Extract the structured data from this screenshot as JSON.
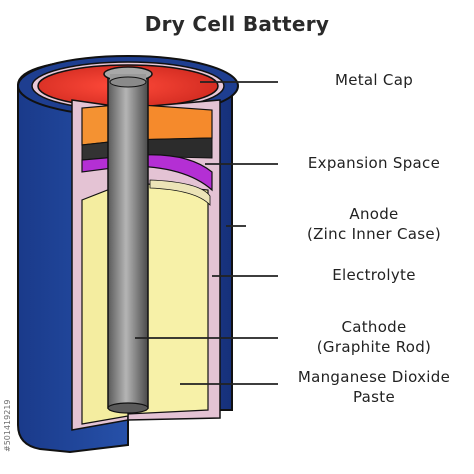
{
  "title": "Dry Cell Battery",
  "labels": {
    "metal_cap": "Metal Cap",
    "expansion_space": "Expansion Space",
    "anode_line1": "Anode",
    "anode_line2": "(Zinc Inner Case)",
    "electrolyte": "Electrolyte",
    "cathode_line1": "Cathode",
    "cathode_line2": "(Graphite Rod)",
    "paste_line1": "Manganese Dioxide",
    "paste_line2": "Paste"
  },
  "stock_id": "#501419219",
  "colors": {
    "outer_case": "#1f3f8f",
    "outer_case_dark": "#14296a",
    "zinc_case": "#e8c8d8",
    "paste": "#f6f0a0",
    "expansion": "#2c2c2c",
    "seal_purple": "#b02fd0",
    "cap_red": "#e8382c",
    "orange_layer": "#f08a2a",
    "rod_gray": "#8c8c8c"
  }
}
